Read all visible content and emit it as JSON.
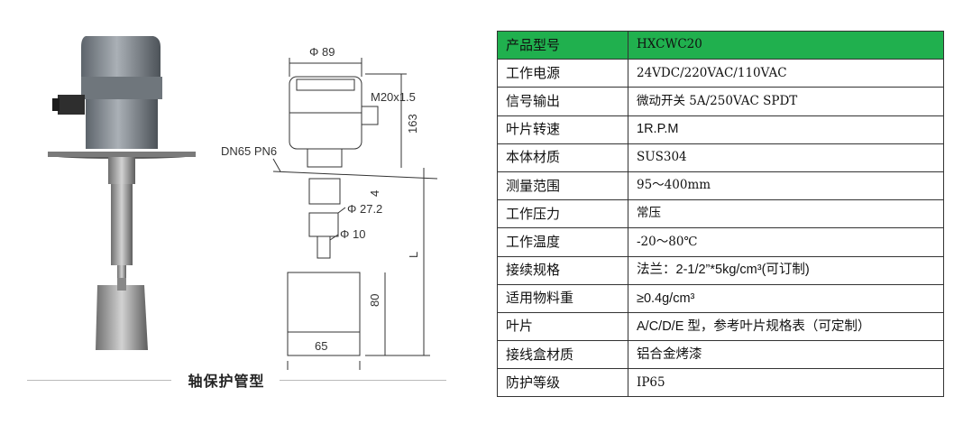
{
  "caption": "轴保护管型",
  "drawing": {
    "dim_width": "Φ 89",
    "dim_thread": "M20x1.5",
    "dim_height": "163",
    "flange": "DN65 PN6",
    "dim_small": "4",
    "dim_sleeve": "Φ 27.2",
    "dim_shaft": "Φ 10",
    "dim_L": "L",
    "dim_blade_h": "80",
    "dim_blade_w": "65"
  },
  "spec_table": {
    "header": {
      "label": "产品型号",
      "value": "HXCWC20"
    },
    "rows": [
      {
        "label": "工作电源",
        "value": "24VDC/220VAC/110VAC",
        "font": "mono"
      },
      {
        "label": "信号输出",
        "value": "微动开关 5A/250VAC SPDT",
        "font": "mono"
      },
      {
        "label": "叶片转速",
        "value": "1R.P.M",
        "font": "sans"
      },
      {
        "label": "本体材质",
        "value": "SUS304",
        "font": "mono"
      },
      {
        "label": "测量范围",
        "value": "95～400mm",
        "font": "mono"
      },
      {
        "label": "工作压力",
        "value": "常压",
        "font": "mono"
      },
      {
        "label": "工作温度",
        "value": "-20～80℃",
        "font": "mono"
      },
      {
        "label": "接续规格",
        "value": "法兰：2-1/2”*5kg/cm³(可订制)",
        "font": "sans"
      },
      {
        "label": "适用物料重",
        "value": "≥0.4g/cm³",
        "font": "sans"
      },
      {
        "label": "叶片",
        "value": "A/C/D/E 型，参考叶片规格表（可定制）",
        "font": "sans"
      },
      {
        "label": "接线盒材质",
        "value": "铝合金烤漆",
        "font": "sans"
      },
      {
        "label": "防护等级",
        "value": "IP65",
        "font": "mono"
      }
    ]
  },
  "colors": {
    "header_green": "#20b04e",
    "housing_gray": "#8a9096"
  }
}
